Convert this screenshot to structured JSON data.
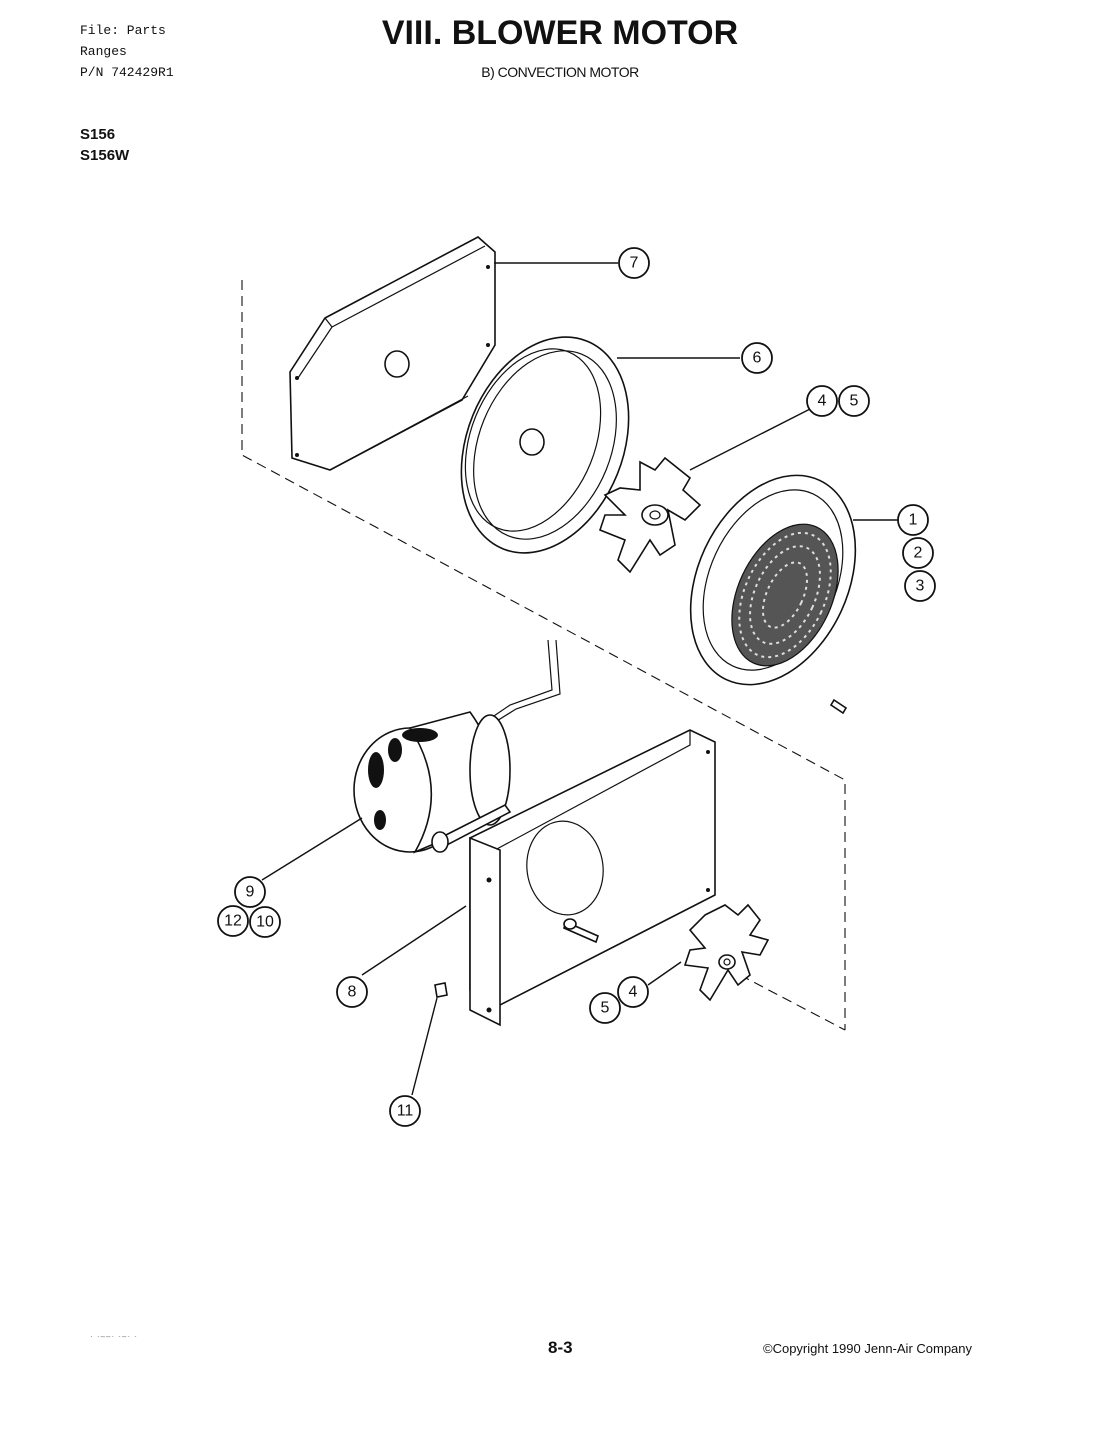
{
  "header": {
    "file_line": "File: Parts",
    "category_line": "Ranges",
    "pn_line": "P/N 742429R1",
    "title": "VIII. BLOWER MOTOR",
    "subtitle": "B) CONVECTION MOTOR"
  },
  "models": [
    "S156",
    "S156W"
  ],
  "callouts": [
    "7",
    "6",
    "4",
    "5",
    "1",
    "2",
    "3",
    "9",
    "12",
    "10",
    "8",
    "4",
    "5",
    "11"
  ],
  "footer": {
    "page_number": "8-3",
    "copyright": "©Copyright 1990 Jenn-Air Company"
  }
}
